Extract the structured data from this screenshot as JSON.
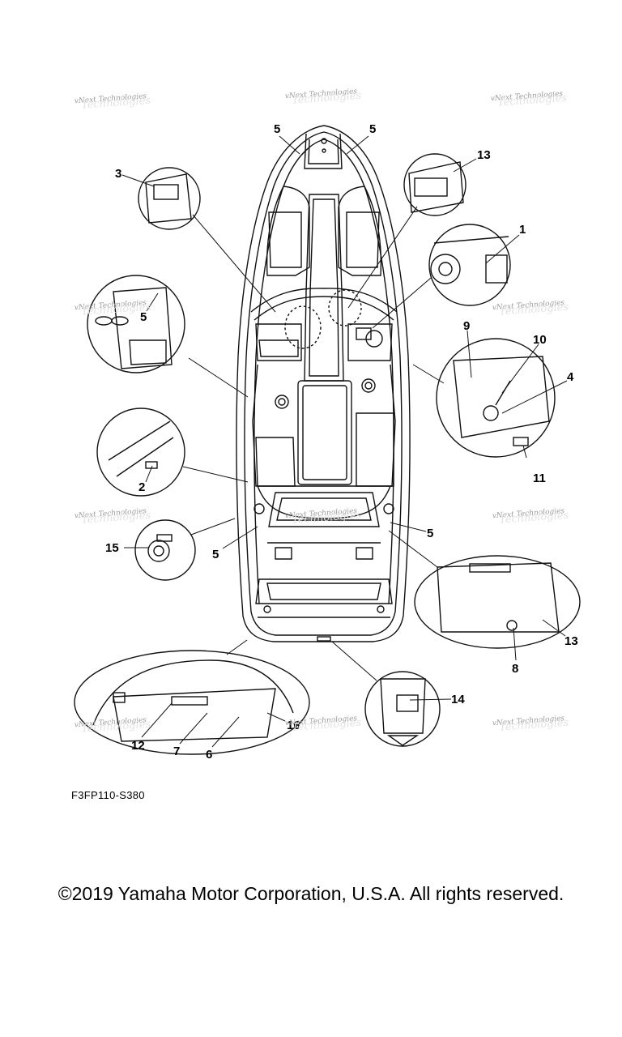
{
  "diagram": {
    "drawing_code": "F3FP110-S380",
    "copyright": "©2019 Yamaha Motor Corporation, U.S.A. All rights reserved.",
    "watermark_text": "vNext Technologies",
    "watermark_echo": "Technologies",
    "callouts": [
      "1",
      "2",
      "3",
      "4",
      "5",
      "6",
      "7",
      "8",
      "9",
      "10",
      "11",
      "12",
      "13",
      "14",
      "15",
      "16"
    ]
  }
}
